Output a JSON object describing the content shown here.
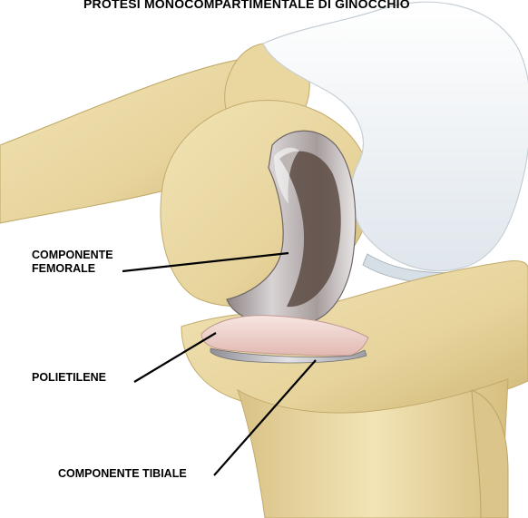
{
  "title": "PROTESI MONOCOMPARTIMENTALE DI GINOCCHIO",
  "labels": {
    "femoral_line1": "COMPONENTE",
    "femoral_line2": "FEMORALE",
    "polyethylene": "POLIETILENE",
    "tibial": "COMPONENTE TIBIALE"
  },
  "colors": {
    "bone": "#ead9a6",
    "bone_shadow": "#c9b272",
    "cartilage": "#eef2f5",
    "implant_metal": "#a7a0a0",
    "implant_dark": "#5a4a42",
    "polyethylene": "#f2d7d2",
    "tibial_tray": "#b9b9bd",
    "leader_line": "#000000"
  }
}
